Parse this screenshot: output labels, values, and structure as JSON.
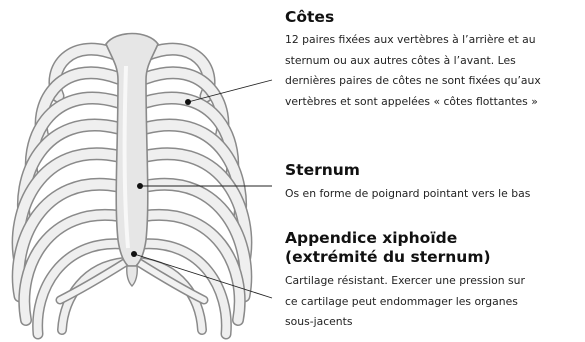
{
  "labels": {
    "ribs": {
      "title": "Côtes",
      "lines": [
        "12 paires fixées aux vertèbres à l’arrière et au",
        "sternum ou aux autres côtes à l’avant. Les",
        "dernières paires de côtes ne sont fixées qu’aux",
        "vertèbres et sont appelées « côtes flottantes »"
      ]
    },
    "sternum": {
      "title": "Sternum",
      "lines": [
        "Os en forme de poignard pointant vers le bas"
      ]
    },
    "xiphoid": {
      "title_lines": [
        "Appendice xiphoïde",
        "(extrémité du sternum)"
      ],
      "lines": [
        "Cartilage résistant. Exercer une pression sur",
        "ce cartilage peut endommager les organes",
        "sous-jacents"
      ]
    }
  },
  "colors": {
    "bone_fill": "#eeeeee",
    "bone_stroke": "#8a8a8a",
    "sternum_fill": "#e4e4e4",
    "leader": "#222222"
  }
}
